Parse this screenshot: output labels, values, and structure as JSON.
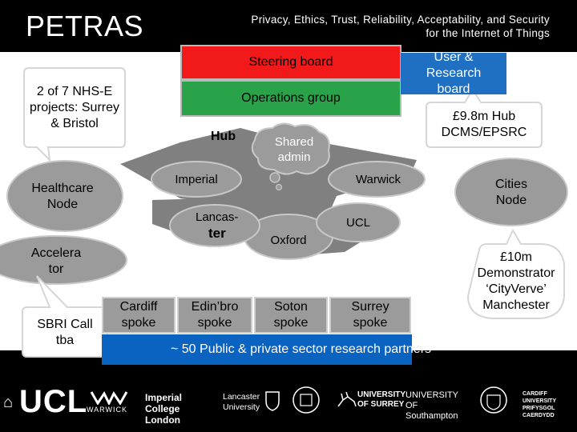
{
  "header": {
    "title": "PETRAS",
    "subtitle": "Privacy, Ethics, Trust, Reliability, Acceptability, and Security\nfor the Internet of Things"
  },
  "governance": {
    "steering_board": "Steering board",
    "operations_group": "Operations group",
    "user_research_board": "User & Research board",
    "hub_funding": "£9.8m Hub DCMS/EPSRC"
  },
  "hub": {
    "label": "Hub",
    "shared_admin": "Shared admin",
    "nodes": {
      "imperial": "Imperial",
      "warwick": "Warwick",
      "lancaster_a": "Lancas-",
      "lancaster_b": "ter",
      "ucl": "UCL",
      "oxford": "Oxford"
    }
  },
  "side": {
    "nhs": "2 of 7 NHS-E projects: Surrey & Bristol",
    "healthcare": "Healthcare Node",
    "accelerator": "Accelerator",
    "sbri": "SBRI Call tba",
    "cities": "Cities Node",
    "demonstrator": "£10m Demonstrator ‘CityVerve’ Manchester"
  },
  "spokes": {
    "cardiff": "Cardiff spoke",
    "edinburgh": "Edin’bro spoke",
    "soton": "Soton spoke",
    "surrey": "Surrey spoke"
  },
  "partners": "~ 50 Public & private sector research partners",
  "logos": {
    "ucl": "UCL",
    "warwick": "WARWICK",
    "imperial": "Imperial College London",
    "lancaster": "Lancaster University",
    "surrey": "UNIVERSITY OF SURREY",
    "southampton": "UNIVERSITY OF Southampton",
    "cardiff": "CARDIFF UNIVERSITY PRIFYSGOL CAERDYDD"
  },
  "colors": {
    "red": "#f11919",
    "green": "#2aa24a",
    "blue": "#1f6fc3",
    "grey": "#808080"
  }
}
